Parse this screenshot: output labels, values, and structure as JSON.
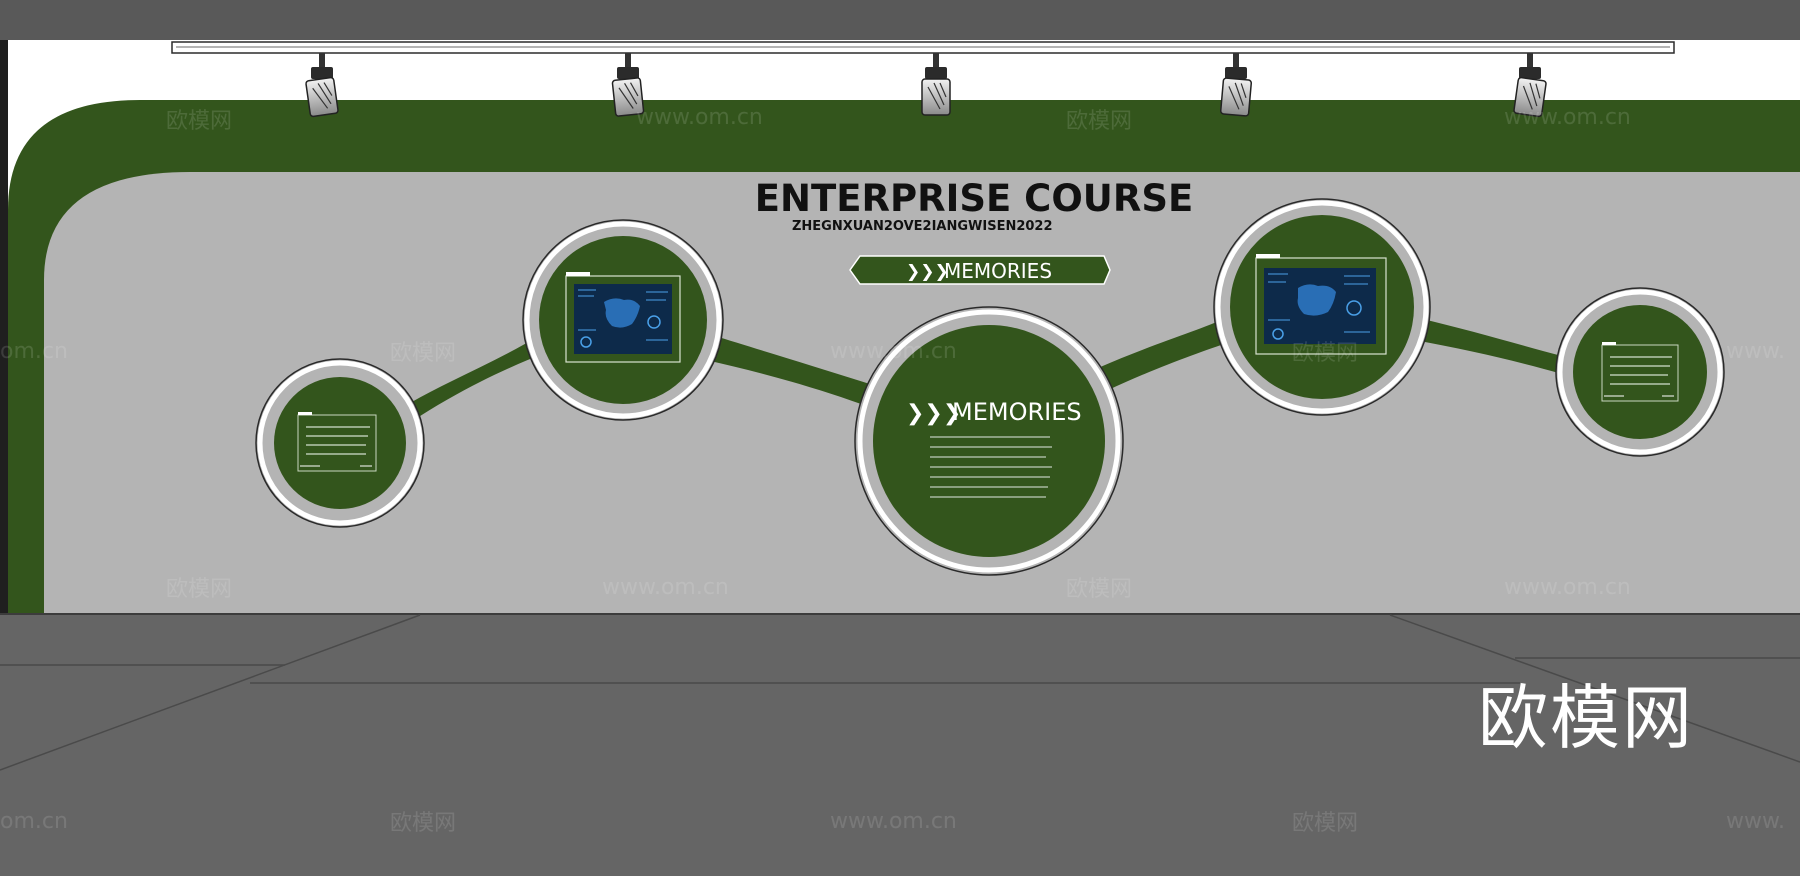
{
  "wall": {
    "title": "ENTERPRISE COURSE",
    "subtitle": "ZHEGNXUAN2OVE2IANGWISEN2022",
    "banner_label": "MEMORIES",
    "banner_chevrons": "❯❯❯",
    "center_heading": "MEMORIES",
    "center_chevrons": "❯❯❯",
    "colors": {
      "green": "#33551c",
      "wall_gray": "#b4b4b4",
      "floor": "#656565",
      "ceiling": "#595959",
      "screen": "#0d2a4a"
    }
  },
  "watermark": {
    "brand": "欧模网",
    "url": "www.om.cn",
    "url_partial": "om.cn",
    "url_prefix": "www."
  }
}
